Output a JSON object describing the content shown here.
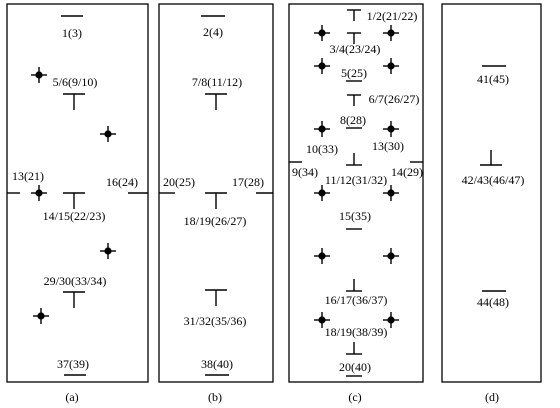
{
  "panels": [
    {
      "id": "a",
      "caption": "(a)",
      "labels": [
        "1(3)",
        "5/6(9/10)",
        "13(21)",
        "16(24)",
        "14/15(22/23)",
        "29/30(33/34)",
        "37(39)"
      ]
    },
    {
      "id": "b",
      "caption": "(b)",
      "labels": [
        "2(4)",
        "7/8(11/12)",
        "20(25)",
        "17(28)",
        "18/19(26/27)",
        "31/32(35/36)",
        "38(40)"
      ]
    },
    {
      "id": "c",
      "caption": "(c)",
      "labels": [
        "1/2(21/22)",
        "3/4(23/24)",
        "5(25)",
        "6/7(26/27)",
        "8(28)",
        "10(33)",
        "13(30)",
        "9(34)",
        "11/12(31/32)",
        "14(29)",
        "15(35)",
        "16/17(36/37)",
        "18/19(38/39)",
        "20(40)"
      ]
    },
    {
      "id": "d",
      "caption": "(d)",
      "labels": [
        "41(45)",
        "42/43(46/47)",
        "44(48)"
      ]
    }
  ]
}
